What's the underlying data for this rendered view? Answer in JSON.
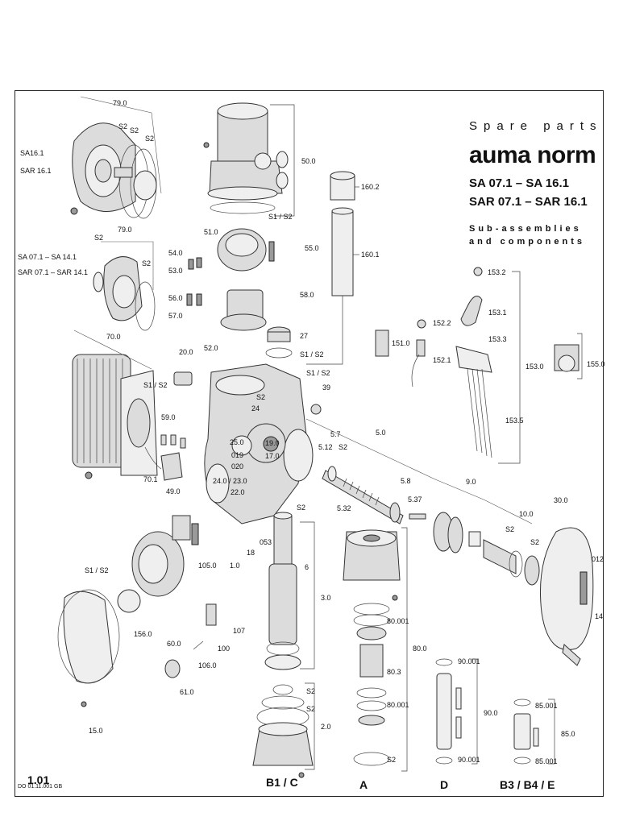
{
  "title": {
    "spare_parts": "Spare parts",
    "brand": "auma norm",
    "model_sa": "SA 07.1 – SA 16.1",
    "model_sar": "SAR 07.1 – SAR 16.1",
    "sub_line1": "Sub-assemblies",
    "sub_line2": "and components"
  },
  "footer": {
    "page_number": "1.01",
    "doc_code": "DO 01.11.001 GB"
  },
  "model_notes": {
    "a_line1": "SA16.1",
    "a_line2": "SAR 16.1",
    "b_line1": "SA 07.1 – SA 14.1",
    "b_line2": "SAR 07.1 – SAR 14.1"
  },
  "variants": {
    "b1c": "B1 / C",
    "a": "A",
    "d": "D",
    "b3b4e": "B3 / B4 / E"
  },
  "labels": {
    "l79_0a": "79.0",
    "l79_0b": "79.0",
    "l70_0": "70.0",
    "l50_0": "50.0",
    "l160_2": "160.2",
    "l160_1": "160.1",
    "l51_0": "51.0",
    "l55_0": "55.0",
    "l54_0": "54.0",
    "l53_0": "53.0",
    "l56_0": "56.0",
    "l57_0": "57.0",
    "l58_0": "58.0",
    "l52_0": "52.0",
    "l27": "27",
    "l20_0": "20.0",
    "l153_2": "153.2",
    "l153_1": "153.1",
    "l152_2": "152.2",
    "l152_1": "152.1",
    "l151_0": "151.0",
    "l153_3": "153.3",
    "l153_0": "153.0",
    "l155_0": "155.0",
    "l153_5": "153.5",
    "l39": "39",
    "l24": "24",
    "l25_0": "25.0",
    "l019": "019",
    "l020": "020",
    "l19_0": "19.0",
    "l17_0": "17.0",
    "l24_23": "24.0 / 23.0",
    "l22_0": "22.0",
    "l5_12": "5.12",
    "l5_7": "5.7",
    "l5_0": "5.0",
    "l5_8": "5.8",
    "l5_37": "5.37",
    "l5_32": "5.32",
    "l9_0": "9.0",
    "l10_0": "10.0",
    "l30_0": "30.0",
    "l012": "012",
    "l14": "14",
    "l59_0": "59.0",
    "l70_1": "70.1",
    "l49_0": "49.0",
    "l18": "18",
    "l053": "053",
    "l1_0": "1.0",
    "l105_0": "105.0",
    "l156_0": "156.0",
    "l60_0": "60.0",
    "l107": "107",
    "l100": "100",
    "l106_0": "106.0",
    "l61_0": "61.0",
    "l15_0": "15.0",
    "l6": "6",
    "l3_0": "3.0",
    "l2_0": "2.0",
    "l80_001a": "80.001",
    "l80_3": "80.3",
    "l80_001b": "80.001",
    "l80_0": "80.0",
    "l90_001a": "90.001",
    "l90_0": "90.0",
    "l90_001b": "90.001",
    "l85_001a": "85.001",
    "l85_0": "85.0",
    "l85_001b": "85.001",
    "s1s2": "S1 / S2",
    "s2": "S2"
  }
}
